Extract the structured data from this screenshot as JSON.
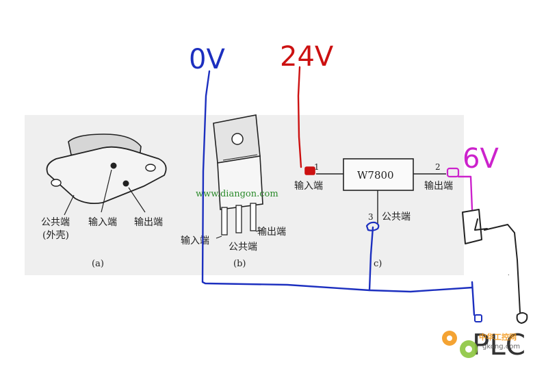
{
  "annotations": {
    "ground_label": "0V",
    "supply_label": "24V",
    "output_label": "6V",
    "plc_label": "PLC"
  },
  "figure_a": {
    "pin_common": "公共端",
    "pin_common_note": "(外壳)",
    "pin_input": "输入端",
    "pin_output": "输出端",
    "caption": "(a)"
  },
  "figure_b": {
    "pin_input": "输入端",
    "pin_common": "公共端",
    "pin_output": "输出端",
    "caption": "(b)",
    "watermark": "www.diangon.com"
  },
  "figure_c": {
    "chip_label": "W7800",
    "input_label": "输入端",
    "output_label": "输出端",
    "common_label": "公共端",
    "pin_in_number": "1",
    "pin_out_number": "2",
    "pin_common_number": "3",
    "caption": "c)"
  },
  "logo": {
    "site_text": "中华工控网",
    "url_text": "gkong.com"
  },
  "colors": {
    "panel": "#efefef",
    "blue_ink": "#1c2fbf",
    "red_ink": "#cc1111",
    "magenta_ink": "#cc22cc",
    "logo_orange": "#f39a1e",
    "logo_green": "#8cc63f"
  }
}
